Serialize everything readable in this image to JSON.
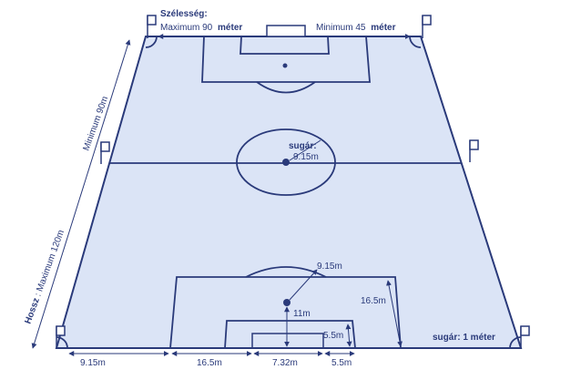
{
  "width_header": "Szélesség:",
  "width_max_prefix": "Maximum 90",
  "width_max_unit": "méter",
  "width_min_prefix": "Minimum 45",
  "width_min_unit": "méter",
  "length_min": "Minimum 90m",
  "length_prefix": "Hossz",
  "length_max": ": Maximum 120m",
  "center_radius_label": "sugár:",
  "center_radius_value": "9.15m",
  "arc_radius_value": "9.15m",
  "penalty_depth": "16.5m",
  "penalty_spot": "11m",
  "goal_area_depth": "5.5m",
  "corner_radius_label": "sugár: 1 méter",
  "bottom_dims": {
    "corner_to_box": "9.15m",
    "box_to_goal_area": "16.5m",
    "goal_width": "7.32m",
    "goal_area_width": "5.5m"
  },
  "colors": {
    "pitch_fill": "#dbe4f6",
    "line": "#2a3a7a"
  }
}
